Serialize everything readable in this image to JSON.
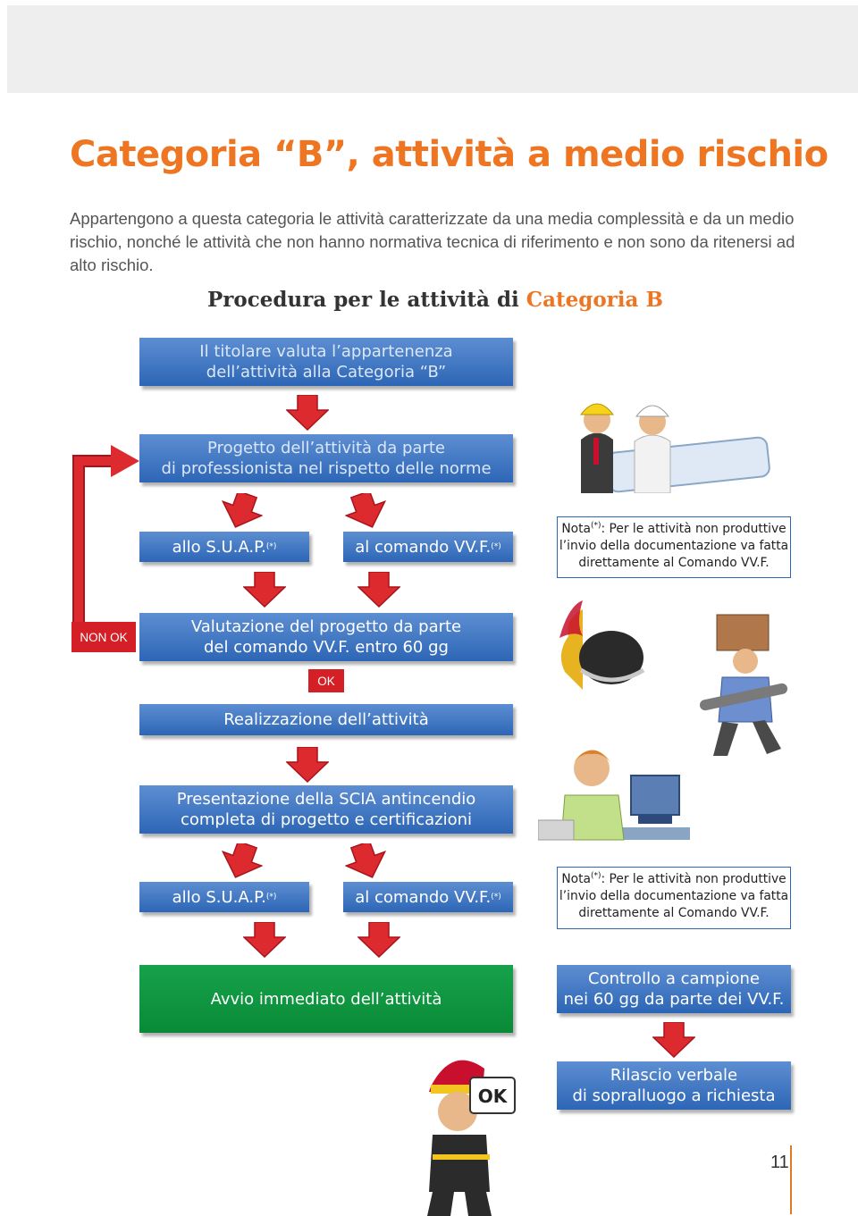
{
  "page": {
    "title": "Categoria “B”, attività a medio rischio",
    "intro": "Appartengono a questa categoria le attività caratterizzate da una media complessità e da un medio rischio, nonché le attività che non hanno normativa tecnica di riferimento e non sono da ritenersi ad alto rischio.",
    "subtitle_main": "Procedura per le attività di ",
    "subtitle_accent": "Categoria B",
    "page_number": "11"
  },
  "colors": {
    "accent_orange": "#ee7623",
    "box_blue": "#2d66b6",
    "box_green": "#0a8a37",
    "arrow_red": "#d41f26"
  },
  "flow": {
    "step1": "Il titolare valuta l’appartenenza\ndell’attività alla Categoria “B”",
    "step2": "Progetto dell’attività da parte\ndi professionista nel rispetto delle norme",
    "suap1": "allo S.U.A.P.",
    "vvf1": "al comando VV.F.",
    "asterisk": "(*)",
    "step3": "Valutazione del progetto da parte\ndel comando VV.F. entro 60 gg",
    "non_ok": "NON OK",
    "ok": "OK",
    "step4": "Realizzazione dell’attività",
    "step5": "Presentazione della SCIA antincendio\ncompleta di progetto e certificazioni",
    "suap2": "allo S.U.A.P.",
    "vvf2": "al comando VV.F.",
    "avvio": "Avvio immediato dell’attività",
    "controllo": "Controllo a campione\nnei 60 gg da parte dei VV.F.",
    "rilascio": "Rilascio verbale\ndi sopralluogo a richiesta"
  },
  "notes": {
    "prefix": "Nota",
    "asterisk": "(*)",
    "text": ": Per le attività non produttive\nl’invio della documentazione va fatta\ndirettamente al Comando VV.F."
  },
  "illustrations": {
    "engineers": "engineers-with-blueprint-illustration",
    "helmet": "firefighter-helmet-emblem-illustration",
    "worker": "worker-with-wrench-illustration",
    "office": "office-worker-at-computer-illustration",
    "firefighter": "firefighter-with-ok-sign-illustration",
    "ok_sign": "OK"
  }
}
